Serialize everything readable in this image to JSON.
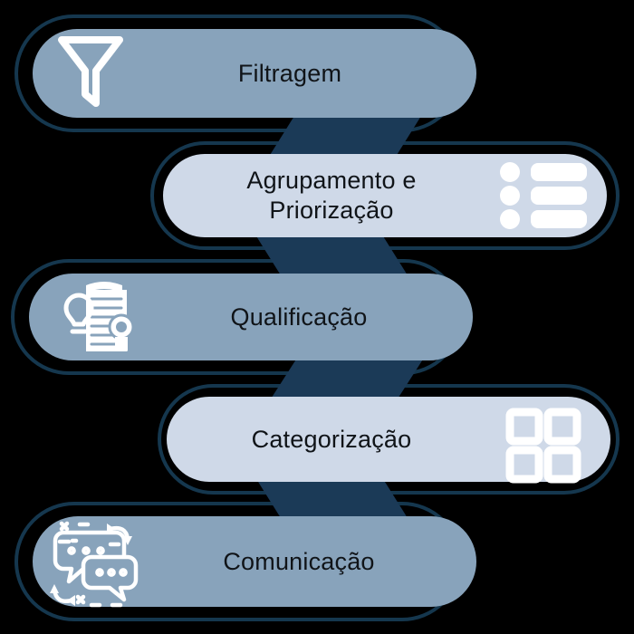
{
  "diagram": {
    "type": "zigzag-process-flow",
    "orientation": "vertical",
    "background_color": "#000000",
    "steps": [
      {
        "label": "Filtragem",
        "icon": "funnel-icon",
        "icon_side": "left",
        "pill_color": "#88A3BB",
        "text_color": "#101418",
        "align": "left"
      },
      {
        "label": "Agrupamento e\nPriorização",
        "icon": "list-bullets-icon",
        "icon_side": "right",
        "pill_color": "#CFD9E8",
        "text_color": "#101418",
        "align": "right"
      },
      {
        "label": "Qualificação",
        "icon": "certificate-idea-icon",
        "icon_side": "left",
        "pill_color": "#88A3BB",
        "text_color": "#101418",
        "align": "left"
      },
      {
        "label": "Categorização",
        "icon": "grid-four-squares-icon",
        "icon_side": "right",
        "pill_color": "#CFD9E8",
        "text_color": "#101418",
        "align": "right"
      },
      {
        "label": "Comunicação",
        "icon": "chat-bubbles-icon",
        "icon_side": "left",
        "pill_color": "#88A3BB",
        "text_color": "#101418",
        "align": "left"
      }
    ],
    "connectors": [
      {
        "direction": "right-to-left",
        "color": "#1B3A57"
      },
      {
        "direction": "left-to-right",
        "color": "#1B3A57"
      },
      {
        "direction": "right-to-left",
        "color": "#1B3A57"
      },
      {
        "direction": "left-to-right",
        "color": "#1B3A57"
      }
    ],
    "colors": {
      "outline": "#15374E",
      "connector": "#1B3A57",
      "pill_dark": "#88A3BB",
      "pill_light": "#CFD9E8",
      "icon": "#FFFFFF",
      "text": "#101418",
      "background": "#000000"
    }
  }
}
